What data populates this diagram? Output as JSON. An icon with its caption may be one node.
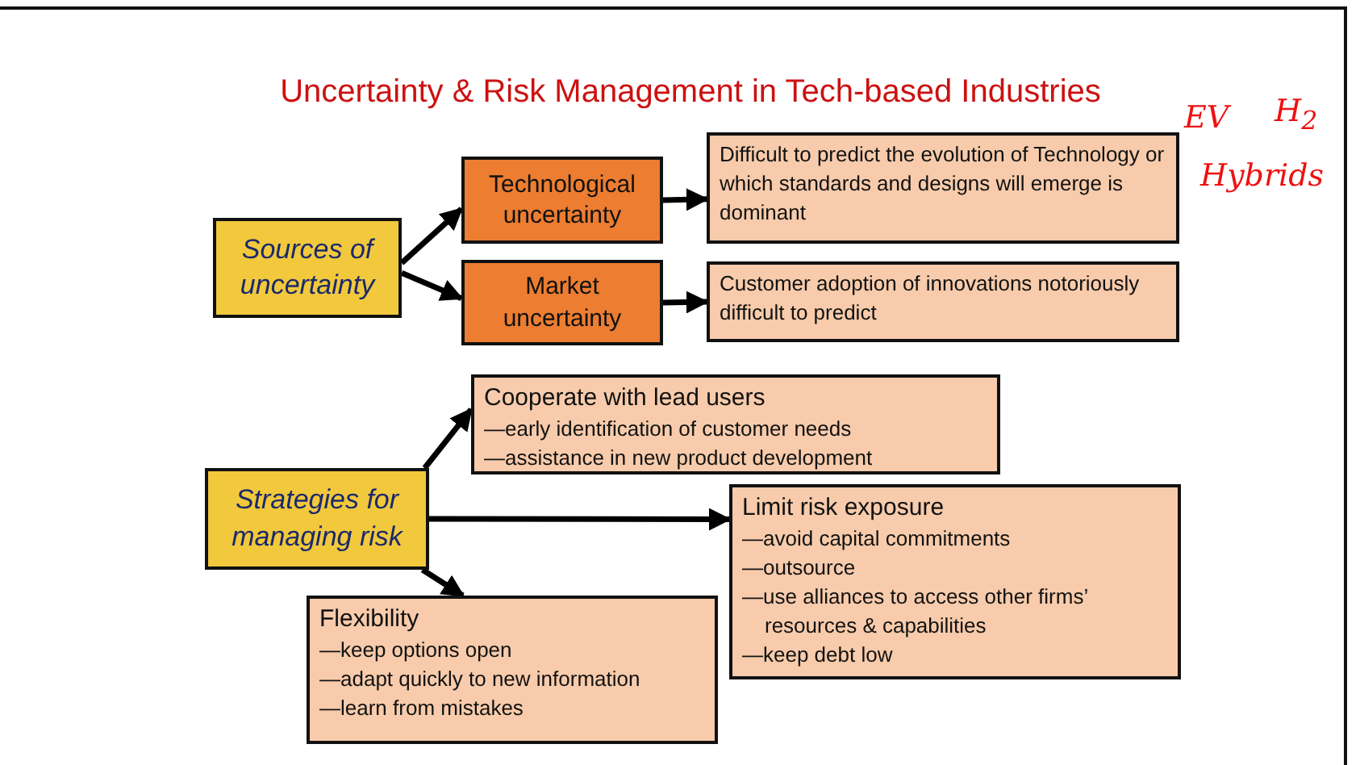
{
  "diagram": {
    "title": "Uncertainty & Risk Management in Tech-based Industries",
    "nodes": [
      {
        "text": [
          "Sources of uncertainty"
        ]
      },
      {
        "text": [
          "Technological uncertainty"
        ]
      },
      {
        "text": [
          "Market uncertainty"
        ]
      },
      {
        "text": [
          "Difficult to predict the evolution of Technology or which standards and designs will emerge is dominant"
        ]
      },
      {
        "text": [
          "Customer adoption of innovations notoriously difficult to  predict"
        ]
      },
      {
        "text": [
          "Strategies  for managing risk"
        ]
      },
      {
        "text": [
          "Cooperate with lead users",
          "—early identification of customer needs",
          "—assistance in new product development"
        ]
      },
      {
        "text": [
          "Limit risk exposure",
          "—avoid capital commitments",
          "—outsource",
          "—use alliances to access other firms’ resources & capabilities",
          "—keep debt low"
        ]
      },
      {
        "text": [
          "Flexibility",
          "—keep options open",
          "—adapt quickly to new information",
          "—learn from mistakes"
        ]
      }
    ],
    "edges": [
      {
        "from": 0,
        "to": 1,
        "arrow": "to"
      },
      {
        "from": 0,
        "to": 2,
        "arrow": "to"
      },
      {
        "from": 1,
        "to": 3,
        "arrow": "to"
      },
      {
        "from": 2,
        "to": 4,
        "arrow": "to"
      },
      {
        "from": 5,
        "to": 6,
        "arrow": "to"
      },
      {
        "from": 5,
        "to": 7,
        "arrow": "to"
      },
      {
        "from": 5,
        "to": 8,
        "arrow": "to"
      }
    ],
    "labels": [
      "EV",
      "H$_{2}$",
      "Hybrids"
    ]
  }
}
